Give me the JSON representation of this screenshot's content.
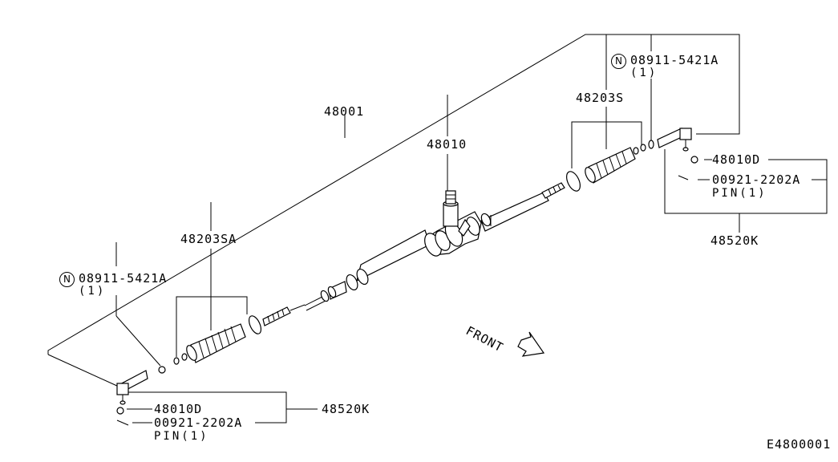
{
  "labels": {
    "rack_assembly": "48001",
    "gear_housing": "48010",
    "boot_kit_right": "48203S",
    "boot_kit_left": "48203SA",
    "nut_part_right": "08911-5421A",
    "nut_part_left": "08911-5421A",
    "nut_qty_right": "(1)",
    "nut_qty_left": "(1)",
    "nut_symbol_right": "N",
    "nut_symbol_left": "N",
    "tie_rod_end_right": "48520K",
    "tie_rod_end_left": "48520K",
    "castle_nut_right": "48010D",
    "castle_nut_left": "48010D",
    "cotter_pin_right": "00921-2202A",
    "cotter_pin_left": "00921-2202A",
    "pin_qty_right": "PIN(1)",
    "pin_qty_left": "PIN(1)",
    "front_direction": "FRONT",
    "diagram_id": "E4800001"
  }
}
